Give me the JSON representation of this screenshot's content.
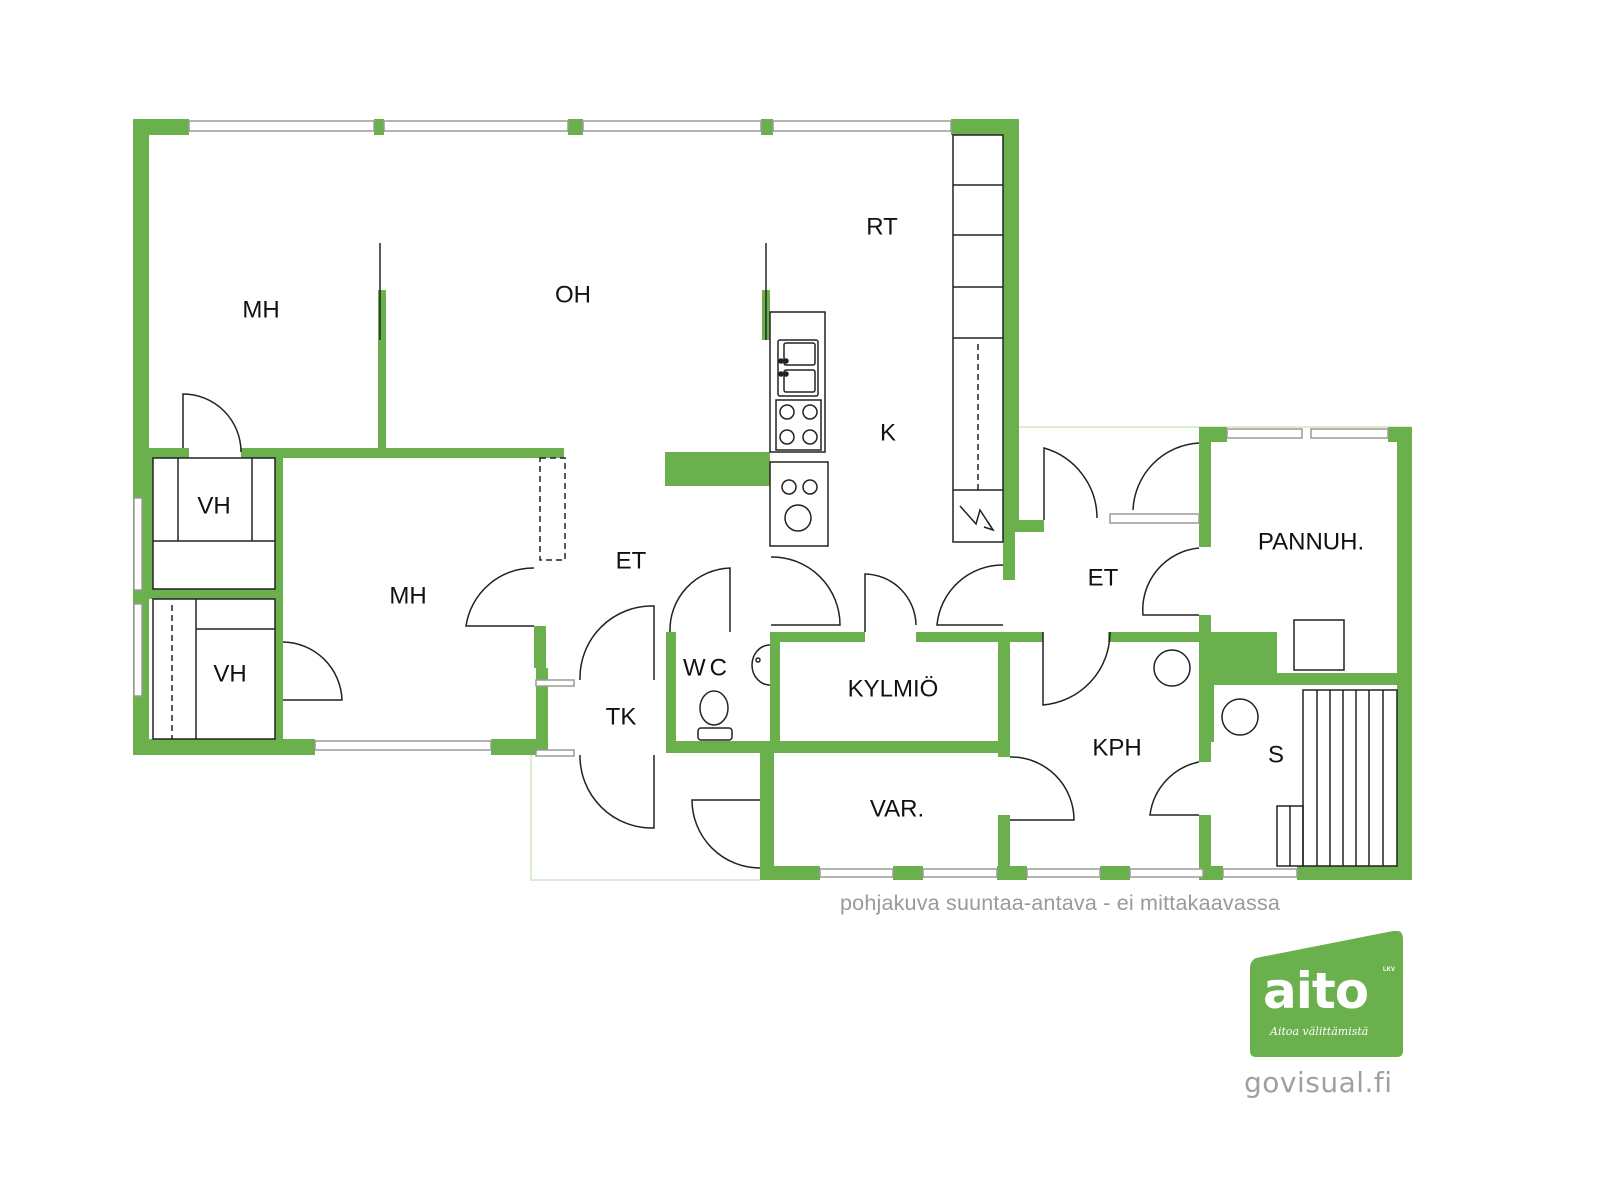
{
  "colors": {
    "wall": "#6ab04c",
    "wall_light": "#cfe8c2",
    "line": "#222222",
    "window_line": "#9a9a9a",
    "logo_bg": "#6ab04c",
    "text_gray": "#9a9a9a"
  },
  "rooms": {
    "mh_top": "MH",
    "oh": "OH",
    "rt": "RT",
    "k": "K",
    "vh_upper": "VH",
    "vh_lower": "VH",
    "mh_mid": "MH",
    "et_center": "ET",
    "wc": "WC",
    "tk": "TK",
    "kylmio": "KYLMIÖ",
    "var": "VAR.",
    "et_right": "ET",
    "pannuh": "PANNUH.",
    "kph": "KPH",
    "s": "S"
  },
  "footer": {
    "disclaimer": "pohjakuva suuntaa-antava - ei mittakaavassa",
    "credit": "govisual.fi"
  },
  "logo": {
    "brand": "aito",
    "suffix": "LKV",
    "tagline": "Aitoa välittämistä",
    "icon": "aito-logo-icon"
  },
  "icons": {
    "sink": "double-sink-icon",
    "stove": "stove-icon",
    "oven": "oven-icon",
    "toilet": "toilet-icon",
    "washbasin": "washbasin-icon",
    "fireplace": "fireplace-icon",
    "sauna_stove": "sauna-stove-icon",
    "boiler": "boiler-icon",
    "sauna_bench": "sauna-bench-icon",
    "electric": "electric-panel-icon"
  }
}
